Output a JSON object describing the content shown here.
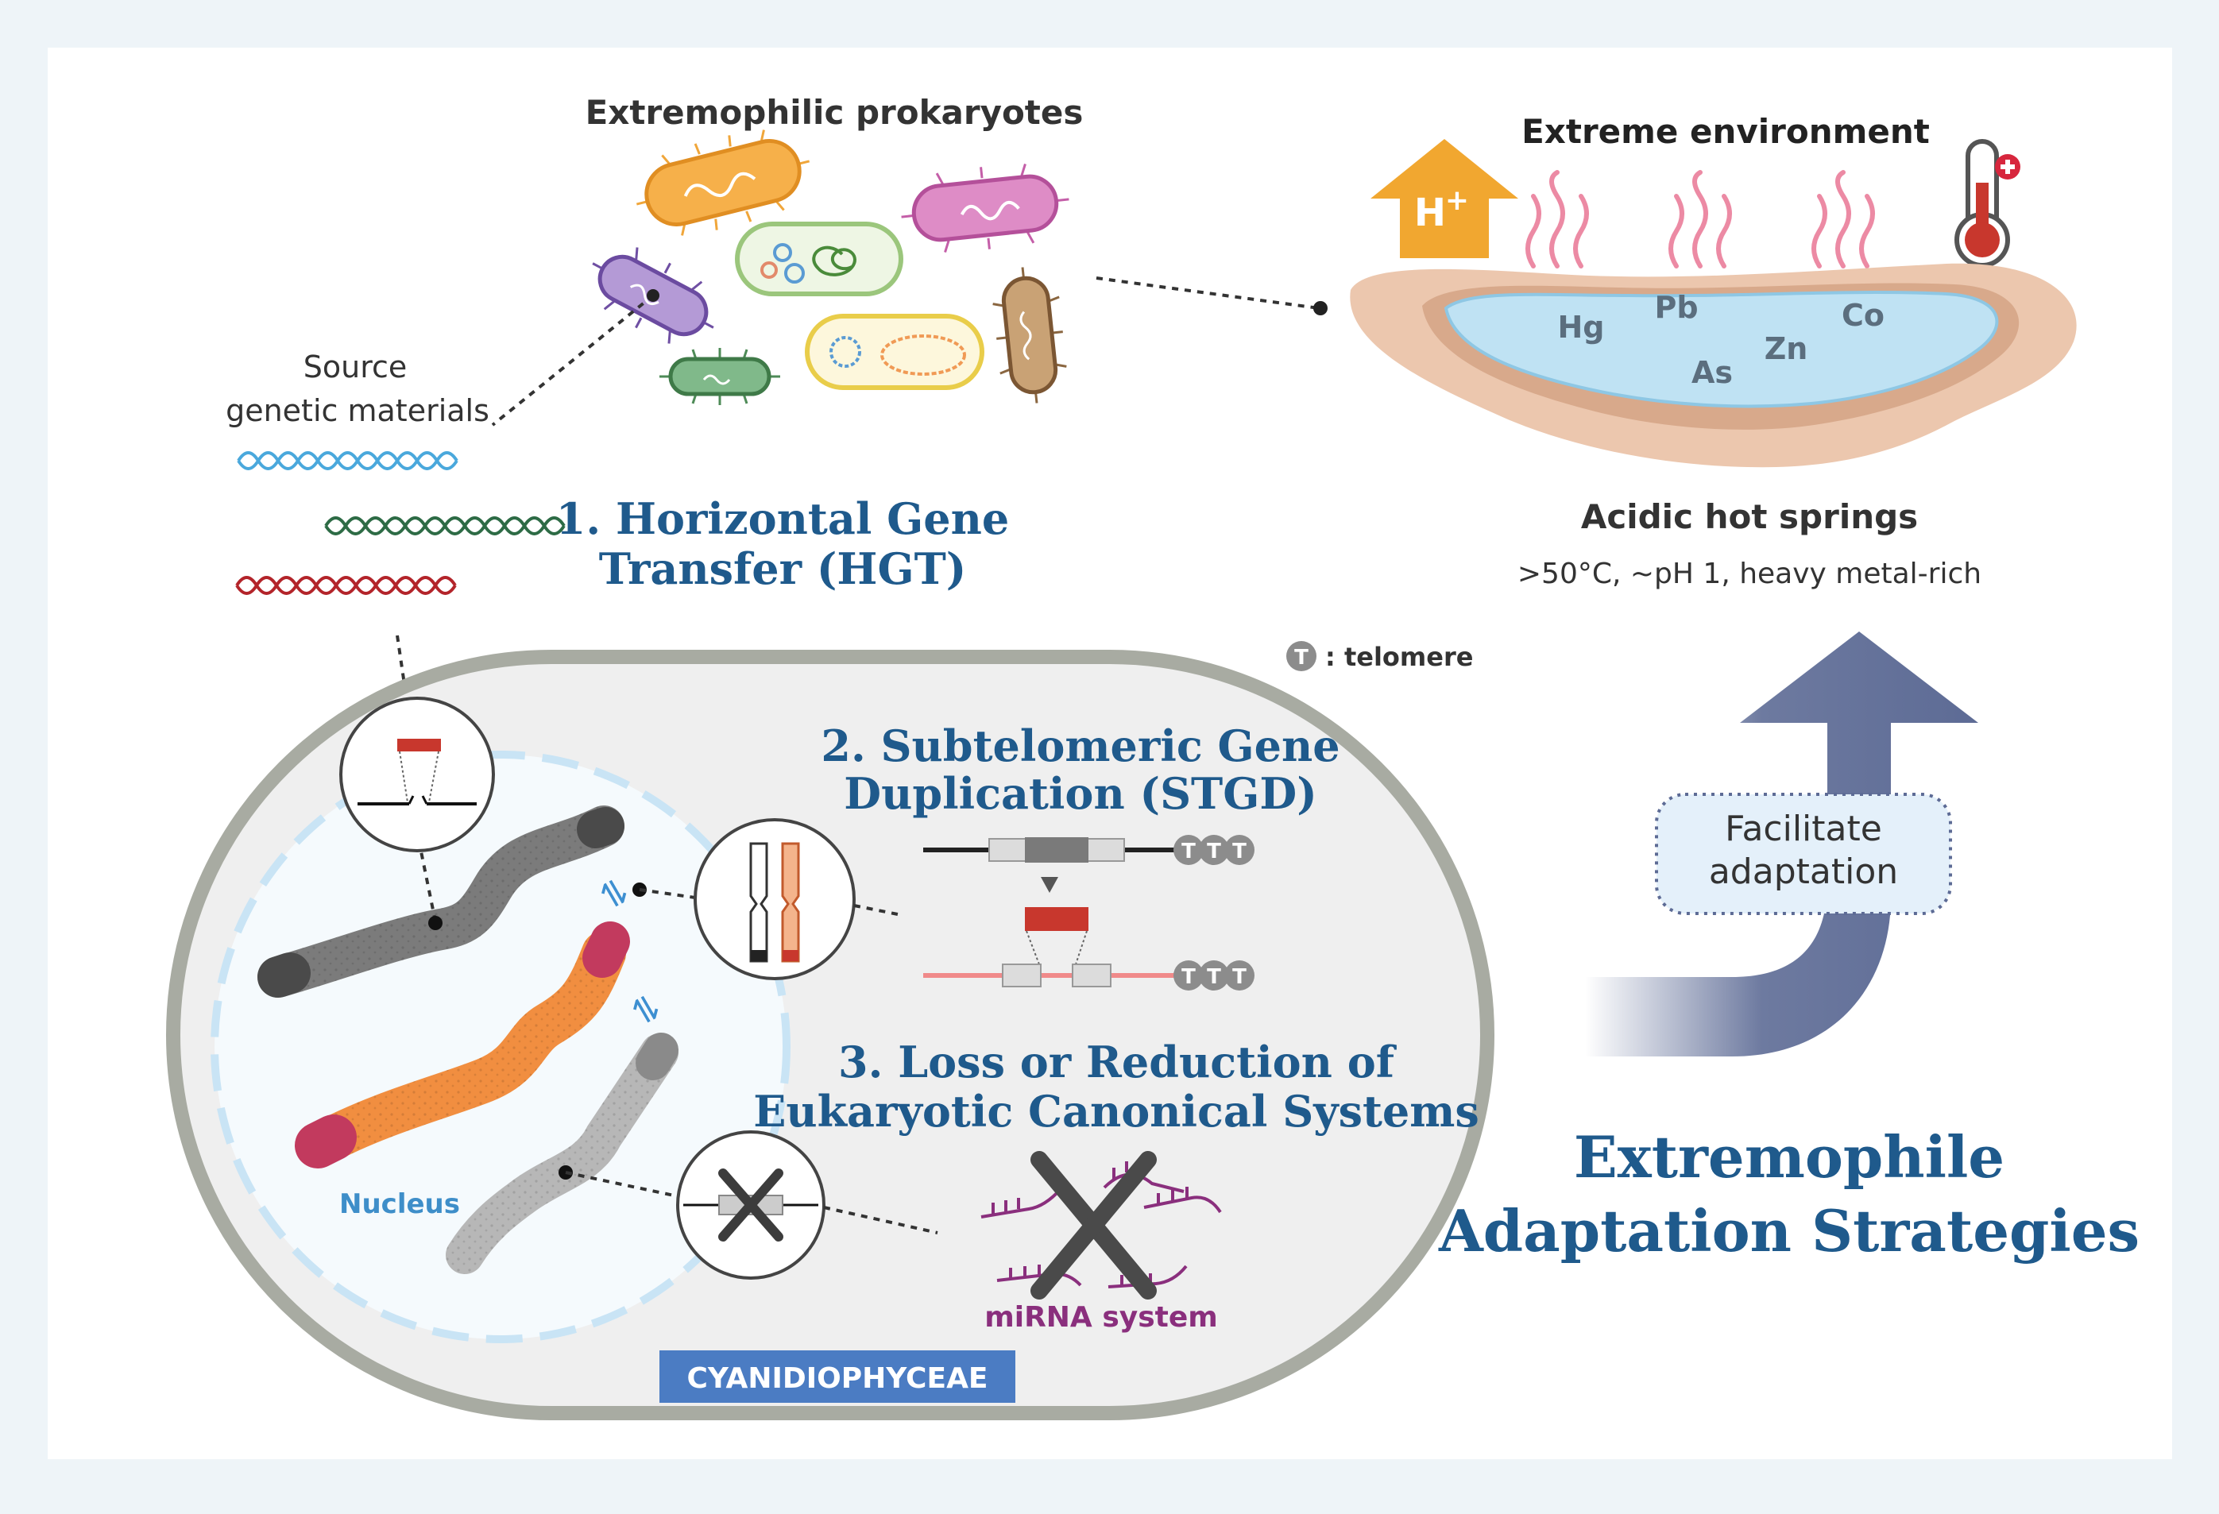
{
  "labels": {
    "prokaryotes": "Extremophilic prokaryotes",
    "source_line1": "Source",
    "source_line2": "genetic materials",
    "hgt_line1": "1. Horizontal Gene",
    "hgt_line2": "Transfer (HGT)",
    "env_title": "Extreme environment",
    "hot_springs": "Acidic hot springs",
    "conditions": ">50°C, ~pH 1, heavy metal-rich",
    "proton": "H",
    "proton_sup": "+",
    "telomere_legend": ": telomere",
    "telomere_symbol": "T",
    "stgd_line1": "2. Subtelomeric Gene",
    "stgd_line2": "Duplication (STGD)",
    "loss_line1": "3. Loss or Reduction of",
    "loss_line2": "Eukaryotic Canonical Systems",
    "mirna": "miRNA system",
    "nucleus": "Nucleus",
    "cell_name": "CYANIDIOPHYCEAE",
    "facilitate_line1": "Facilitate",
    "facilitate_line2": "adaptation",
    "main_title_line1": "Extremophile",
    "main_title_line2": "Adaptation Strategies",
    "equilibrium_symbol": "⇌"
  },
  "metals": [
    "Hg",
    "Pb",
    "As",
    "Zn",
    "Co"
  ],
  "colors": {
    "title_blue": "#1f5a8c",
    "label_dark": "#333333",
    "arrow_navy": "#5d6b95",
    "proton_orange": "#f1a730",
    "water_blue": "#bfe2f3",
    "ground_beige": "#ecc7ae",
    "cell_fill": "#efefef",
    "cell_border": "#a8aba2",
    "badge_blue": "#4b7cc3",
    "mirna_purple": "#8a2f7d",
    "dup_red": "#c8372d"
  }
}
